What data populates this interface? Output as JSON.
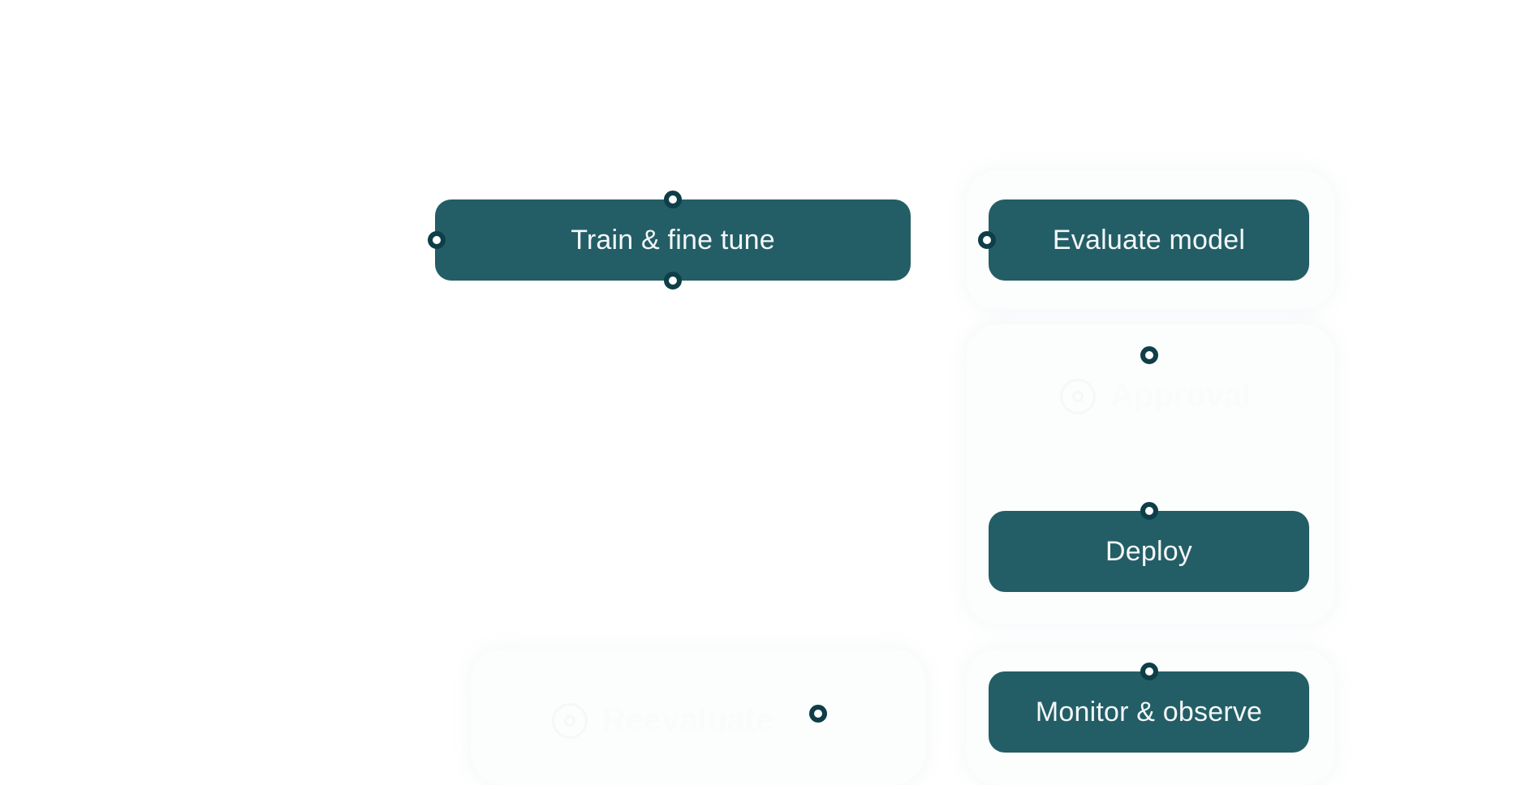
{
  "diagram": {
    "nodes": [
      {
        "id": "train",
        "label": "Train & fine tune",
        "style": "solid"
      },
      {
        "id": "evaluate",
        "label": "Evaluate model",
        "style": "solid"
      },
      {
        "id": "approval",
        "label": "Approval",
        "style": "ghost",
        "icon": "user-circle-icon"
      },
      {
        "id": "deploy",
        "label": "Deploy",
        "style": "solid"
      },
      {
        "id": "monitor",
        "label": "Monitor & observe",
        "style": "solid"
      },
      {
        "id": "reevaluate",
        "label": "Reevaluate",
        "style": "ghost",
        "icon": "refresh-circle-icon"
      }
    ],
    "colors": {
      "node_fill": "#235e66",
      "node_text": "#f4f7f8",
      "handle": "#0e3e48",
      "background": "#ffffff"
    }
  }
}
